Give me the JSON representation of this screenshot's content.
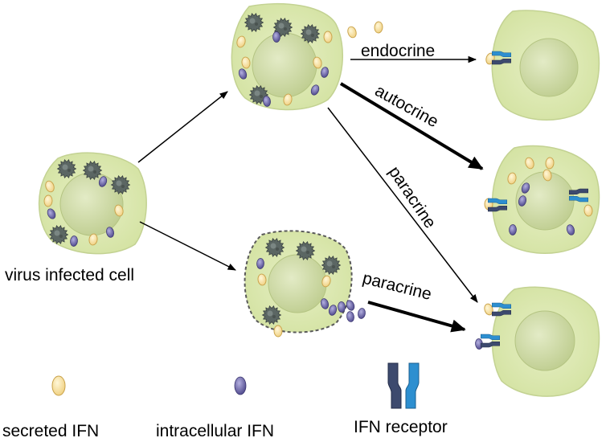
{
  "labels": {
    "infected_cell": "virus infected cell",
    "endocrine": "endocrine",
    "autocrine": "autocrine",
    "paracrine_diag": "paracrine",
    "paracrine_lower": "paracrine"
  },
  "legend": {
    "secreted_ifn": "secreted IFN",
    "intracellular_ifn": "intracellular IFN",
    "ifn_receptor": "IFN receptor"
  },
  "colors": {
    "cytoplasm": "#dce8b4",
    "nucleus": "#d2dfa6",
    "cell_outline": "#bfcf8e",
    "secreted_ifn": "#f7e2a6",
    "intracellular_ifn": "#6e68a8",
    "virus": "#5e6b68",
    "receptor_dark": "#3d4a6e",
    "receptor_light": "#2d8fd0"
  }
}
